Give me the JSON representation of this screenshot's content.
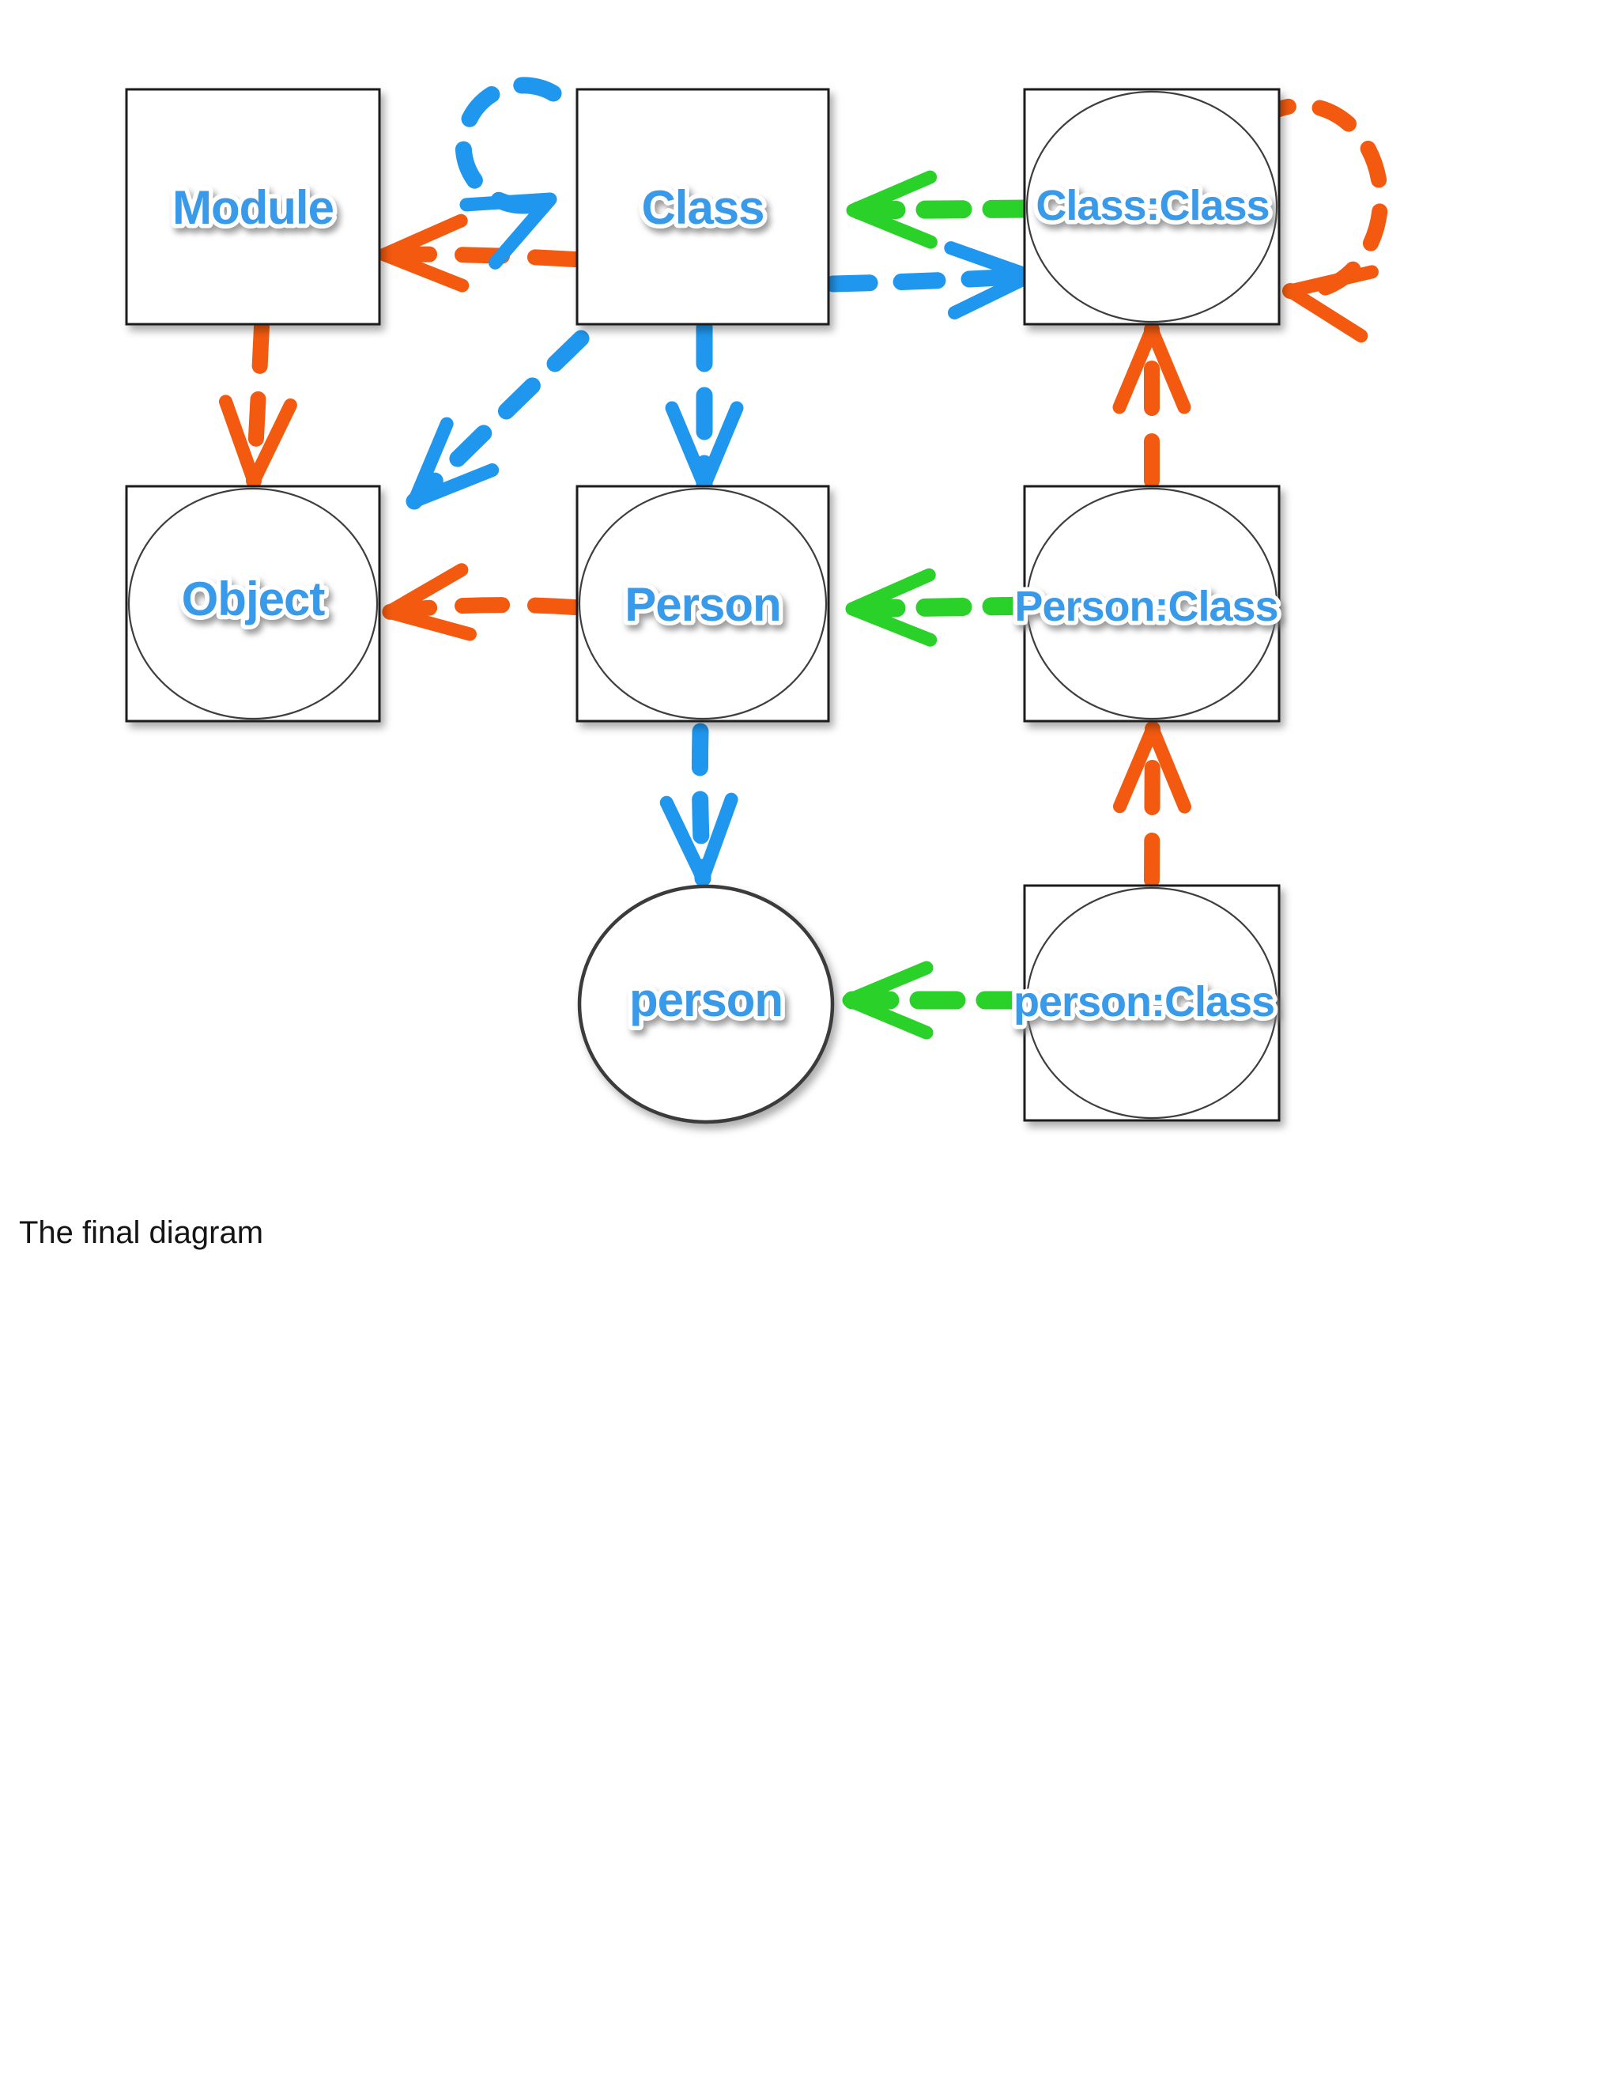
{
  "caption": "The final diagram",
  "diagram": {
    "colors": {
      "blue": "#1f97ee",
      "orange": "#f35a0f",
      "green": "#29d129",
      "label_blue": "#389ae8",
      "box_border": "#1c1c1c"
    },
    "nodes": {
      "module": {
        "label": "Module",
        "shape": "square"
      },
      "klass": {
        "label": "Class",
        "shape": "square"
      },
      "classClass": {
        "label": "Class:Class",
        "shape": "square-with-circle"
      },
      "object": {
        "label": "Object",
        "shape": "square-with-circle"
      },
      "person": {
        "label": "Person",
        "shape": "square-with-circle"
      },
      "personClass": {
        "label": "Person:Class",
        "shape": "square-with-circle"
      },
      "personInst": {
        "label": "person",
        "shape": "circle"
      },
      "personInstClass": {
        "label": "person:Class",
        "shape": "square-with-circle"
      }
    },
    "edges": [
      {
        "from": "Class",
        "to": "Class",
        "color": "blue",
        "type": "self-loop"
      },
      {
        "from": "Class",
        "to": "Class:Class",
        "color": "blue",
        "type": "dashed"
      },
      {
        "from": "Class",
        "to": "Person",
        "color": "blue",
        "type": "dashed"
      },
      {
        "from": "Class",
        "to": "Object",
        "color": "blue",
        "type": "dashed"
      },
      {
        "from": "Person",
        "to": "person",
        "color": "blue",
        "type": "dashed"
      },
      {
        "from": "Class",
        "to": "Module",
        "color": "orange",
        "type": "dashed"
      },
      {
        "from": "Module",
        "to": "Object",
        "color": "orange",
        "type": "dashed"
      },
      {
        "from": "Person",
        "to": "Object",
        "color": "orange",
        "type": "dashed"
      },
      {
        "from": "Class:Class",
        "to": "Class:Class",
        "color": "orange",
        "type": "self-loop"
      },
      {
        "from": "Person:Class",
        "to": "Class:Class",
        "color": "orange",
        "type": "dashed"
      },
      {
        "from": "person:Class",
        "to": "Person:Class",
        "color": "orange",
        "type": "dashed"
      },
      {
        "from": "Class:Class",
        "to": "Class",
        "color": "green",
        "type": "dashed"
      },
      {
        "from": "Person:Class",
        "to": "Person",
        "color": "green",
        "type": "dashed"
      },
      {
        "from": "person:Class",
        "to": "person",
        "color": "green",
        "type": "dashed"
      }
    ]
  }
}
